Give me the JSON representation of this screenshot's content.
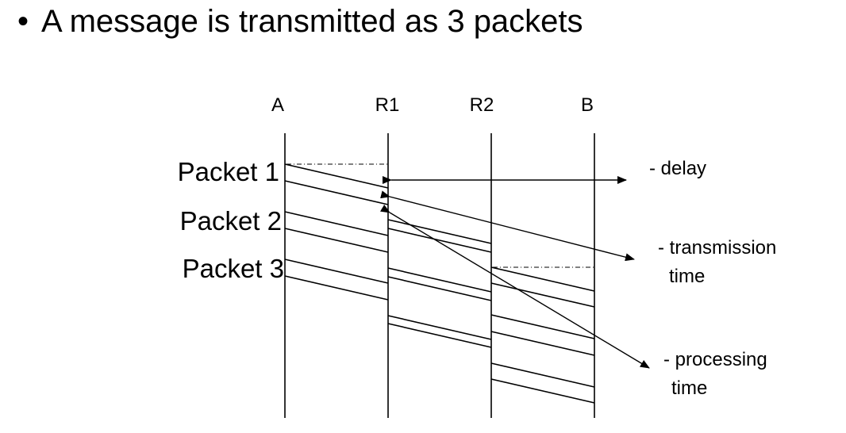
{
  "heading": {
    "bullet": "•",
    "text": "A message is transmitted as 3 packets"
  },
  "nodes": [
    "A",
    "R1",
    "R2",
    "B"
  ],
  "packets": [
    "Packet 1",
    "Packet 2",
    "Packet 3"
  ],
  "notes": {
    "delay": "- delay",
    "transmission_line1": "- transmission",
    "transmission_line2": "time",
    "processing_line1": "- processing",
    "processing_line2": "time"
  }
}
